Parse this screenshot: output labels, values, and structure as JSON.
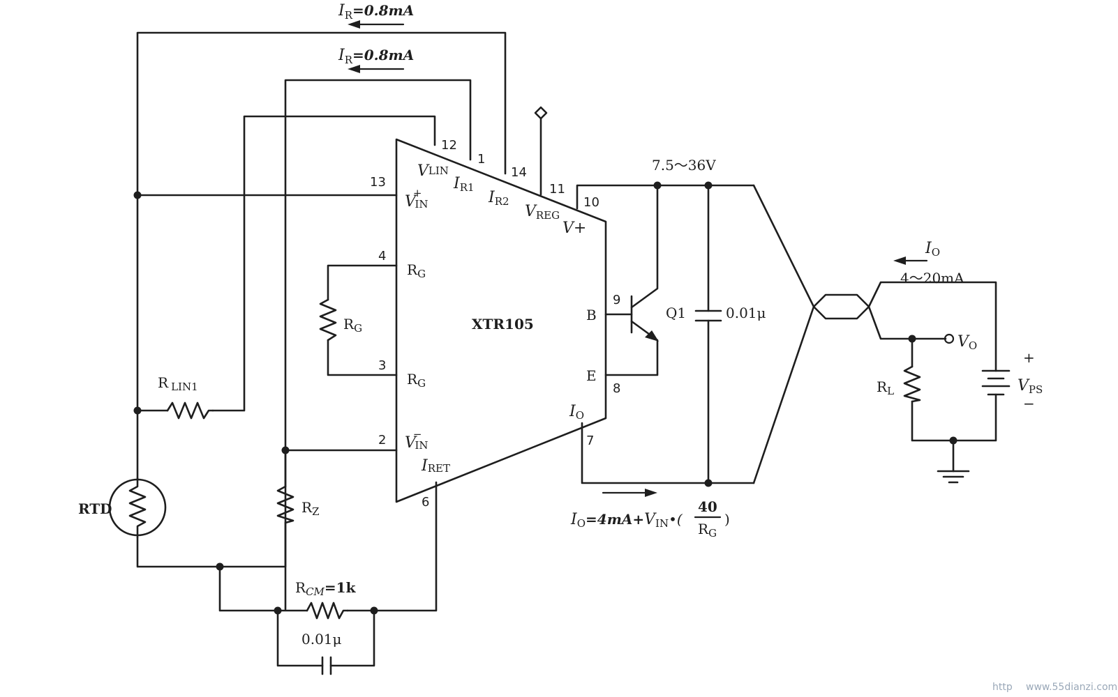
{
  "ic": {
    "name": "XTR105"
  },
  "pins": {
    "p12": "12",
    "p1": "1",
    "p14": "14",
    "p11": "11",
    "p10": "10",
    "p13": "13",
    "p4": "4",
    "p3": "3",
    "p2": "2",
    "p6": "6",
    "p9": "9",
    "p8": "8",
    "p7": "7"
  },
  "pin_names": {
    "vlin": "V",
    "vlin_sub": "LIN",
    "ir1": "I",
    "ir1_sub": "R1",
    "ir2": "I",
    "ir2_sub": "R2",
    "vreg": "V",
    "vreg_sub": "REG",
    "vplus": "V+",
    "vinp": "V",
    "vinp_sub": "IN",
    "vinp_sup": "+",
    "rg_top": "R",
    "rg_top_sub": "G",
    "rg_bot": "R",
    "rg_bot_sub": "G",
    "vinn": "V",
    "vinn_sub": "IN",
    "vinn_sup": "−",
    "iret": "I",
    "iret_sub": "RET",
    "b": "B",
    "e": "E",
    "io": "I",
    "io_sub": "O"
  },
  "labels": {
    "ir_top": "I",
    "ir_top_sub": "R",
    "ir_top_val": "=0.8mA",
    "ir_mid": "I",
    "ir_mid_sub": "R",
    "ir_mid_val": "=0.8mA",
    "supply": "7.5～36V",
    "q1": "Q1",
    "cap_right": "0.01μ",
    "rg": "R",
    "rg_sub": "G",
    "rlin": "R",
    "rlin_sub": "LIN1",
    "rtd": "RTD",
    "rz": "R",
    "rz_sub": "Z",
    "rcm": "R",
    "rcm_sub": "CM",
    "rcm_val": "=1k",
    "cap_bottom": "0.01μ",
    "io_right": "I",
    "io_right_sub": "O",
    "current_range": "4～20mA",
    "vo": "V",
    "vo_sub": "O",
    "rl": "R",
    "rl_sub": "L",
    "vps": "V",
    "vps_sub": "PS",
    "vps_plus": "+",
    "vps_minus": "−"
  },
  "formula": {
    "lhs": "I",
    "lhs_sub": "O",
    "eq": "=4mA+",
    "v": "V",
    "v_sub": "IN",
    "dot": "•(",
    "num": "40",
    "den": "R",
    "den_sub": "G",
    "close": ")"
  },
  "watermark": {
    "left": "http",
    "right": "www.55dianzi.com"
  }
}
